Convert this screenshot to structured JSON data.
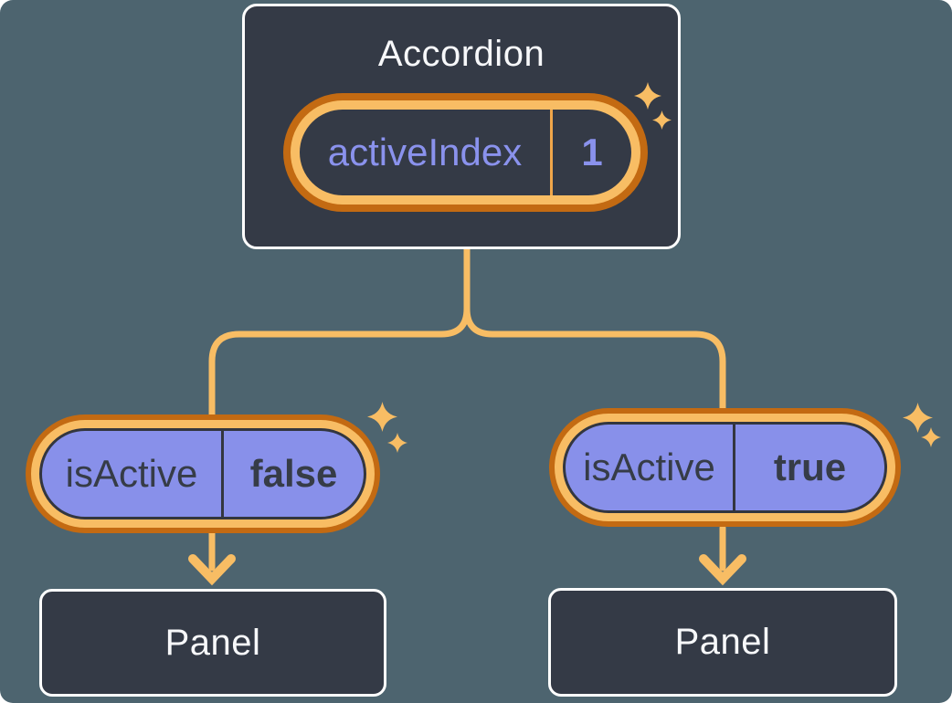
{
  "colors": {
    "background": "#4D646F",
    "box_fill": "#343A46",
    "box_border": "#FFFFFF",
    "ring_dark": "#C36A12",
    "ring_light": "#F8BD64",
    "pill_purple": "#8890EA",
    "pill_dark_border": "#33363F",
    "text_light": "#F7F8FA",
    "text_purple": "#8A92ED",
    "text_dark": "#363C47",
    "divider_amber": "#EFA64A",
    "connector": "#F8BD64"
  },
  "accordion": {
    "title": "Accordion",
    "state_pill": {
      "label": "activeIndex",
      "value": "1"
    },
    "sparkle_icon": "sparkle-icon"
  },
  "branches": [
    {
      "prop_pill": {
        "label": "isActive",
        "value": "false"
      },
      "panel": {
        "title": "Panel"
      },
      "sparkle_icon": "sparkle-icon"
    },
    {
      "prop_pill": {
        "label": "isActive",
        "value": "true"
      },
      "panel": {
        "title": "Panel"
      },
      "sparkle_icon": "sparkle-icon"
    }
  ]
}
